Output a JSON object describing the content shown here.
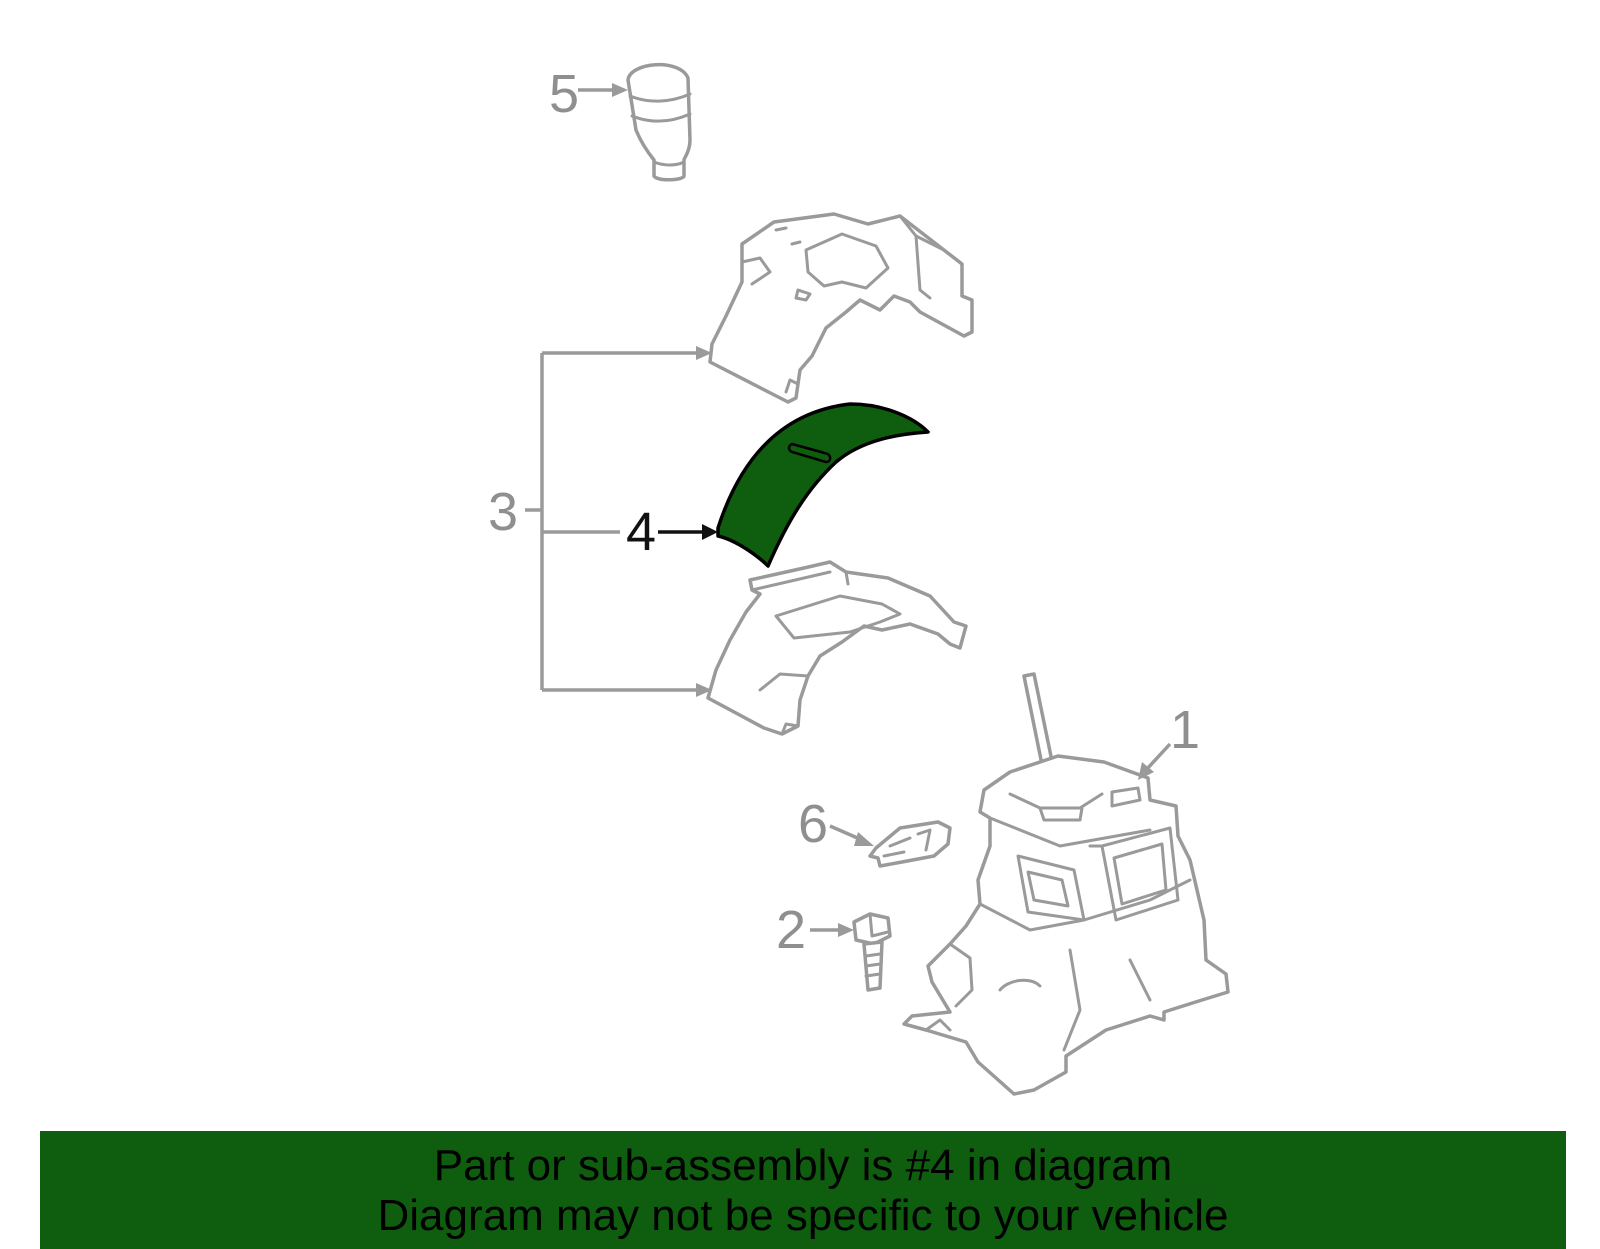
{
  "callouts": {
    "c1": "1",
    "c2": "2",
    "c3": "3",
    "c4": "4",
    "c5": "5",
    "c6": "6"
  },
  "highlight": {
    "part_number": "4",
    "color": "#0f5e0f"
  },
  "banner": {
    "line1": "Part or sub-assembly is #4 in diagram",
    "line2": "Diagram may not be specific to your vehicle",
    "background": "#0f5e0f"
  }
}
